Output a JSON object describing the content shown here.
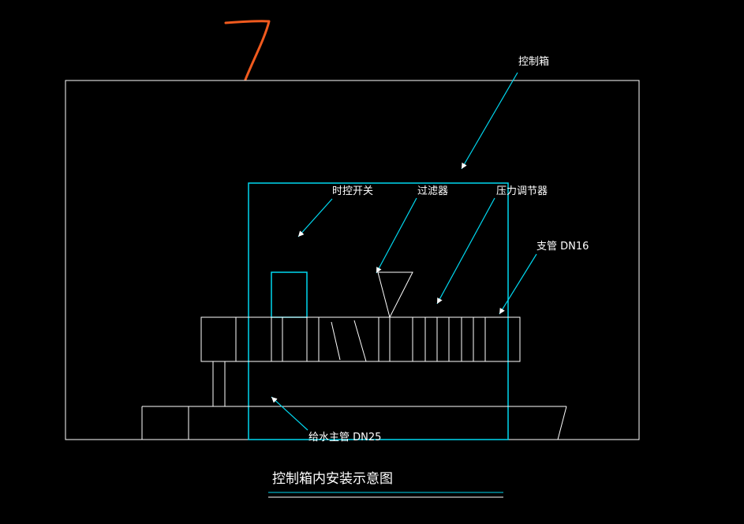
{
  "annotation": {
    "mark": "7",
    "color": "#f05a1e"
  },
  "colors": {
    "outline": "#ffffff",
    "leader": "#00d8f0",
    "background": "#000000"
  },
  "labels": {
    "control_box": "控制箱",
    "timer_switch": "时控开关",
    "filter": "过滤器",
    "pressure_regulator": "压力调节器",
    "branch_pipe": "支管 DN16",
    "main_pipe": "给水主管 DN25"
  },
  "title": "控制箱内安装示意图"
}
